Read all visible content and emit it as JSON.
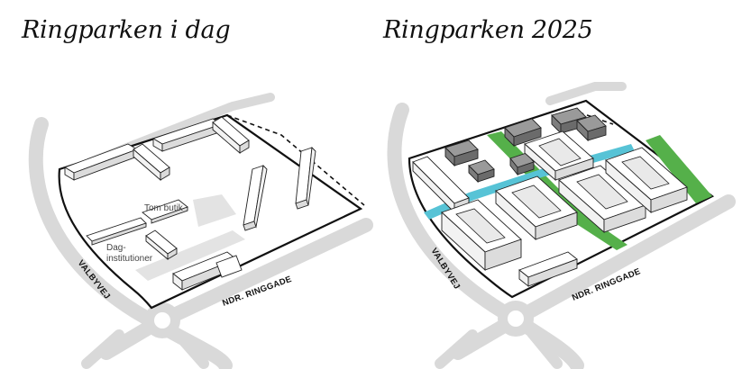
{
  "titles": {
    "left": "Ringparken i dag",
    "right": "Ringparken 2025"
  },
  "labels": {
    "tom_butik": "Tom butik",
    "dag_line1": "Dag-",
    "dag_line2": "institutioner",
    "valbyvej_left": "VALBYVEJ",
    "ringgade_left": "NDR. RINGGADE",
    "valbyvej_right": "VALBYVEJ",
    "ringgade_right": "NDR. RINGGADE"
  },
  "colors": {
    "water": "#57c3d6",
    "green": "#55b04a",
    "existing_building": "#8a8a8a",
    "road": "#d9d9d9"
  }
}
